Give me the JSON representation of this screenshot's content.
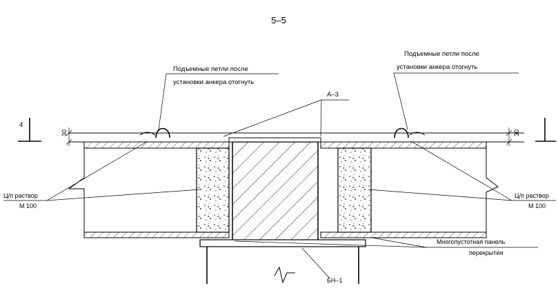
{
  "section_title": "5–5",
  "notes": {
    "loop_left_line1": "Подъемные петли после",
    "loop_left_line2": "установки анкера отогнуть",
    "loop_right_line1": "Подъемные петли после",
    "loop_right_line2": "установки анкера отогнуть",
    "anchor_mark": "А–3",
    "mortar_left_line1": "Ц/п раствор",
    "mortar_left_line2": "М 100",
    "mortar_right_line1": "Ц/п раствор",
    "mortar_right_line2": "М 100",
    "panel_line1": "Многопустотная панель",
    "panel_line2": "перекрытия",
    "beam_mark": "БН–1",
    "left_marker": "4"
  },
  "dimensions": {
    "left_thickness": "30",
    "right_thickness": "30"
  }
}
